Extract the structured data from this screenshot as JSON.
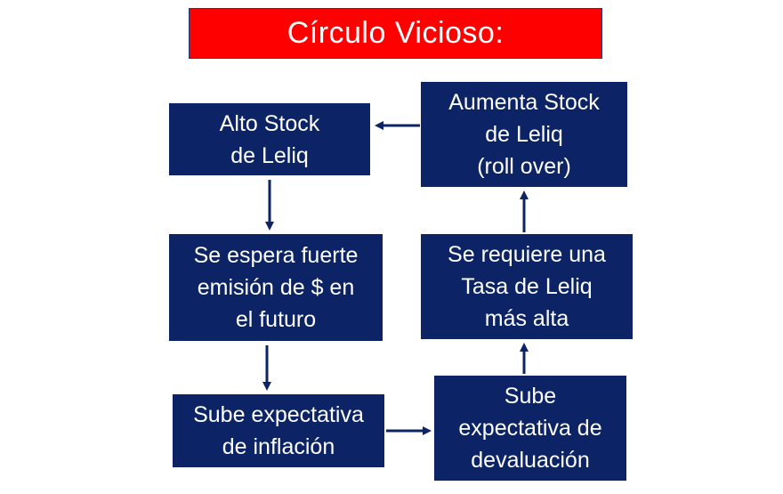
{
  "title": "Círculo Vicioso:",
  "nodes": {
    "alto_stock": "Alto Stock\nde Leliq",
    "se_espera": "Se espera fuerte\nemisión de $ en\nel futuro",
    "sube_inflacion": "Sube expectativa\nde inflación",
    "sube_devaluacion": "Sube\nexpectativa de\ndevaluación",
    "tasa_leliq": "Se requiere una\nTasa de Leliq\nmás alta",
    "aumenta_stock": "Aumenta Stock\nde Leliq\n(roll over)"
  },
  "colors": {
    "title_bg": "#ff0000",
    "node_bg": "#0c2466",
    "arrow": "#0c2466",
    "text": "#ffffff"
  },
  "edges": [
    [
      "alto_stock",
      "se_espera"
    ],
    [
      "se_espera",
      "sube_inflacion"
    ],
    [
      "sube_inflacion",
      "sube_devaluacion"
    ],
    [
      "sube_devaluacion",
      "tasa_leliq"
    ],
    [
      "tasa_leliq",
      "aumenta_stock"
    ],
    [
      "aumenta_stock",
      "alto_stock"
    ]
  ]
}
